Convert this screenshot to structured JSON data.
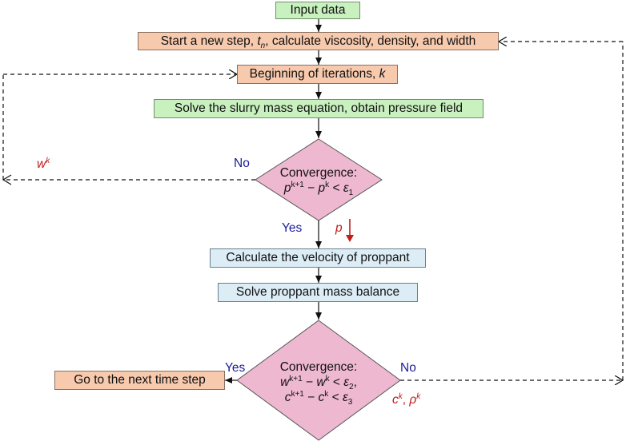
{
  "boxes": {
    "input": "Input data",
    "start_step": {
      "a": "Start a new step, ",
      "t": "t",
      "n": "n",
      "b": ", calculate viscosity, density, and width"
    },
    "iterations": {
      "a": "Beginning of iterations, ",
      "k": "k"
    },
    "solve_slurry": "Solve the slurry mass equation, obtain pressure field",
    "velocity": "Calculate the velocity of proppant",
    "proppant_balance": "Solve proppant mass balance",
    "next_step": "Go to the next time step"
  },
  "decision1": {
    "title": "Convergence:",
    "p": "p",
    "sup1": "k+1",
    "minus": " − ",
    "p2": "p",
    "sup2": "k",
    "lt": " < ",
    "eps": "ε",
    "sub": "1"
  },
  "decision2": {
    "title": "Convergence:",
    "w": "w",
    "wsup1": "k+1",
    "minus": " − ",
    "w2": "w",
    "wsup2": "k",
    "lt": " < ",
    "eps": "ε",
    "sub2": "2",
    "comma": ",",
    "c": "c",
    "csup1": "k+1",
    "c2": "c",
    "csup2": "k",
    "sub3": "3"
  },
  "labels": {
    "no1": "No",
    "yes1": "Yes",
    "yes2": "Yes",
    "no2": "No",
    "wk": {
      "w": "w",
      "k": "k"
    },
    "p_down": "p",
    "ck_pk": {
      "c": "c",
      "k1": "k",
      "sep": ", ",
      "p": "ρ",
      "k2": "k"
    }
  },
  "colors": {
    "green_fill": "#c9f0bf",
    "peach_fill": "#f7c9ad",
    "blue_fill": "#dcedf6",
    "diamond_fill": "#eeb8d0",
    "navy_text": "#1b1b9a",
    "red_text": "#c21b1b"
  }
}
